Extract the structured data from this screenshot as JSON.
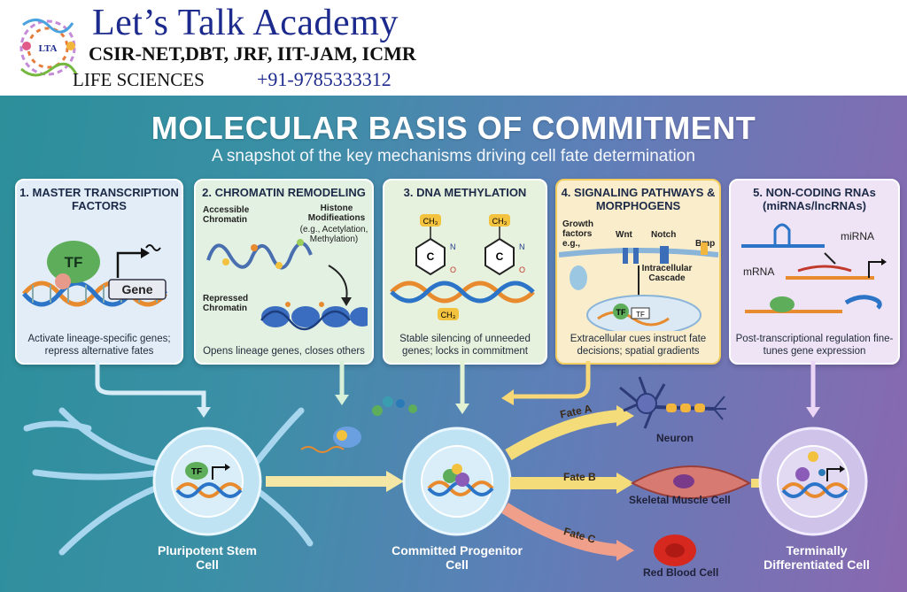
{
  "header": {
    "brand": "Let’s Talk Academy",
    "exams": "CSIR-NET,DBT, JRF, IIT-JAM, ICMR",
    "subject": "LIFE SCIENCES",
    "phone": "+91-9785333312",
    "logo_text": "LTA"
  },
  "poster": {
    "title": "MOLECULAR BASIS OF COMMITMENT",
    "subtitle": "A snapshot of the key mechanisms driving cell fate determination"
  },
  "panels": [
    {
      "title": "1. MASTER TRANSCRIPTION FACTORS",
      "caption": "Activate lineage-specific genes; repress alternative fates",
      "labels": {
        "tf": "TF",
        "gene": "Gene"
      }
    },
    {
      "title": "2. CHROMATIN REMODELING",
      "caption": "Opens lineage genes, closes others",
      "labels": {
        "accessible": "Accessible Chromatin",
        "histone": "Histone Modifieations",
        "histone_eg": "(e.g., Acetylation, Methylation)",
        "repressed": "Repressed Chromatin"
      }
    },
    {
      "title": "3. DNA METHYLATION",
      "caption": "Stable silencing of unneeded genes; locks in commitment",
      "labels": {
        "ch3": "CH₃",
        "c": "C",
        "n": "N",
        "o": "O"
      }
    },
    {
      "title": "4. SIGNALING PATHWAYS & MORPHOGENS",
      "caption": "Extracellular cues instruct fate decisions; spatial gradients",
      "labels": {
        "growth": "Growth factors e.g.,",
        "wnt": "Wnt",
        "notch": "Notch",
        "bmp": "Bmp",
        "cascade": "Intracellular Cascade",
        "tf": "TF"
      }
    },
    {
      "title": "5. NON-CODING RNAs (miRNAs/lncRNAs)",
      "caption": "Post-transcriptional regulation fine-tunes gene expression",
      "labels": {
        "mirna": "miRNA",
        "mrna": "mRNA"
      }
    }
  ],
  "cells": {
    "stem": "Pluripotent Stem Cell",
    "progenitor": "Committed Progenitor Cell",
    "terminal": "Terminally Differentiated Cell",
    "tf": "TF"
  },
  "fates": {
    "a": "Fate A",
    "b": "Fate B",
    "c": "Fate C",
    "neuron": "Neuron",
    "muscle": "Skeletal Muscle Cell",
    "rbc": "Red Blood Cell"
  },
  "colors": {
    "title": "#ffffff",
    "brand": "#1b2a8c",
    "panel_border": "#ffffff",
    "signaling_border": "#f2cc5f"
  }
}
